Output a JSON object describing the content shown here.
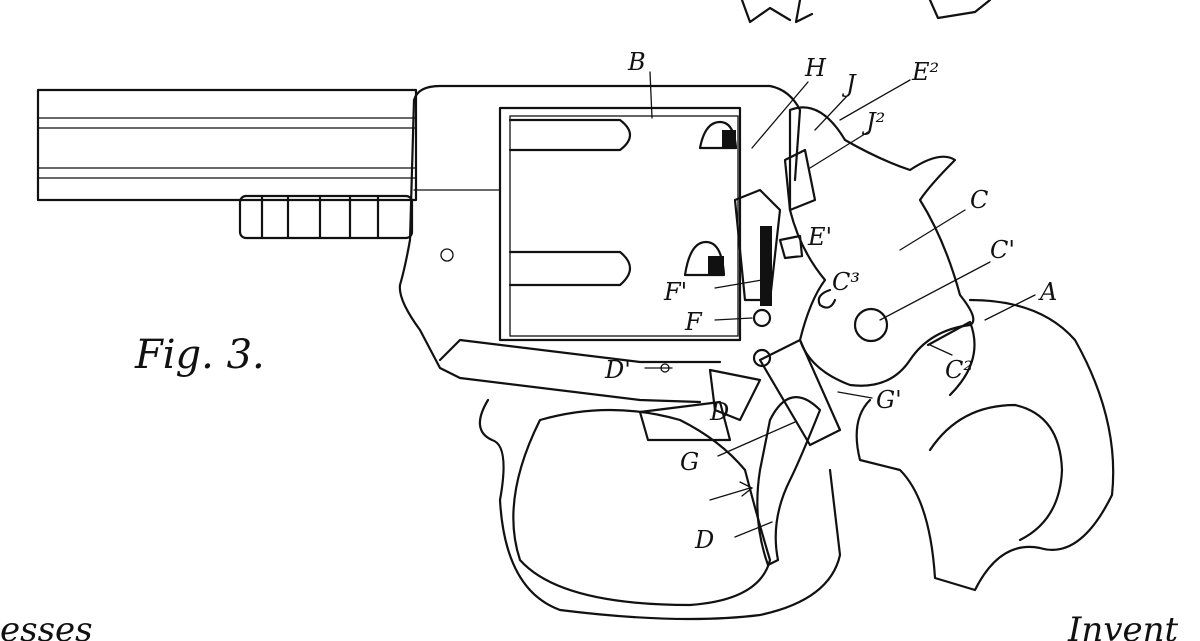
{
  "figure_label": "Fig. 3.",
  "partial_words": {
    "bottom_left": "esses",
    "bottom_right": "Invent"
  },
  "labels": {
    "A": "A",
    "B": "B",
    "C": "C",
    "C1": "C'",
    "C2": "C²",
    "C3": "C³",
    "D": "D",
    "D1": "D'",
    "D_hook": "D",
    "E1": "E'",
    "E2": "E²",
    "F": "F",
    "F1": "F'",
    "G": "G",
    "G1": "G'",
    "H": "H",
    "J": "J",
    "J2": "J²"
  }
}
